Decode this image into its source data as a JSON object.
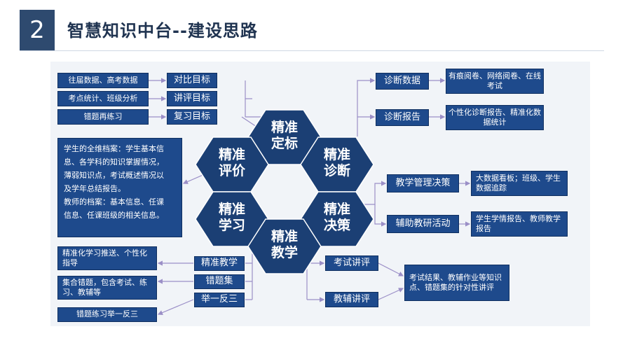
{
  "header": {
    "number": "2",
    "title": "智慧知识中台--建设思路"
  },
  "hexes": [
    {
      "line1": "精准",
      "line2": "定标"
    },
    {
      "line1": "精准",
      "line2": "评价"
    },
    {
      "line1": "精准",
      "line2": "诊断"
    },
    {
      "line1": "精准",
      "line2": "学习"
    },
    {
      "line1": "精准",
      "line2": "决策"
    },
    {
      "line1": "精准",
      "line2": "教学"
    }
  ],
  "goals": {
    "labels": [
      "对比目标",
      "讲评目标",
      "复习目标"
    ],
    "details": [
      "往届数据、高考数据",
      "考点统计、班级分析",
      "错题再练习"
    ]
  },
  "evaluation": {
    "lines": [
      "学生的全维档案：学生基本信",
      "息、各学科的知识掌握情况，",
      "薄弱知识点，考试概述情况以",
      "及学年总结报告。",
      "教师的档案：基本信息、任课",
      "信息、任课班级的相关信息。"
    ]
  },
  "diagnosis": {
    "labels": [
      "诊断数据",
      "诊断报告"
    ],
    "details": [
      "有痕阅卷、网络阅卷、在线考试",
      "个性化诊断报告、精准化数据统计"
    ]
  },
  "decision": {
    "labels": [
      "教学管理决策",
      "辅助教研活动"
    ],
    "details": [
      "大数据看板；班级、学生数据追踪",
      "学生学情报告、教师教学报告"
    ]
  },
  "learning": {
    "labels": [
      "精准教学",
      "错题集",
      "举一反三"
    ],
    "details": [
      "精准化学习推送、个性化指导",
      "集合错题，包含考试、练习、教辅等",
      "错题练习举一反三"
    ]
  },
  "teaching": {
    "labels": [
      "考试讲评",
      "教辅讲评"
    ],
    "detail": "考试结果、教辅作业等知识点、错题集的针对性讲评"
  },
  "colors": {
    "box": "#1e4a8c",
    "hex": "#1b3f74",
    "connector": "#9b8fc7"
  }
}
